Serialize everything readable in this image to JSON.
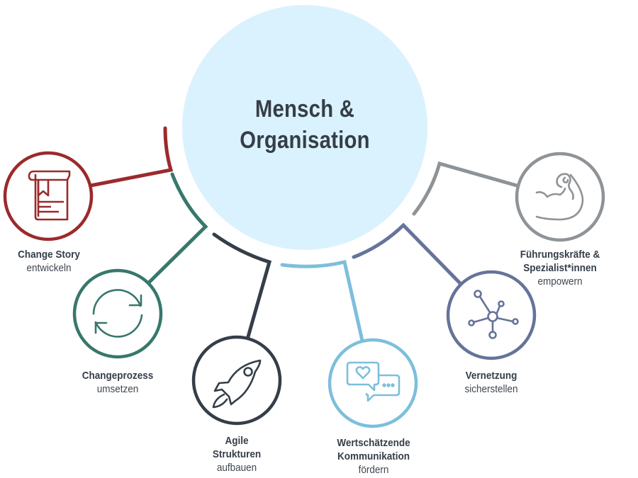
{
  "center": {
    "title_line1": "Mensch &",
    "title_line2": "Organisation",
    "fill": "#daf2fd",
    "text_color": "#353e48"
  },
  "nodes": [
    {
      "id": "change-story",
      "icon": "book-icon",
      "color": "#9b2a2c",
      "bold": [
        "Change Story"
      ],
      "normal": "entwickeln"
    },
    {
      "id": "changeprozess",
      "icon": "refresh-icon",
      "color": "#38776c",
      "bold": [
        "Changeprozess"
      ],
      "normal": "umsetzen"
    },
    {
      "id": "agile",
      "icon": "rocket-icon",
      "color": "#353e48",
      "bold": [
        "Agile",
        "Strukturen"
      ],
      "normal": "aufbauen"
    },
    {
      "id": "kommunikation",
      "icon": "chat-heart-icon",
      "color": "#7cbfdb",
      "bold": [
        "Wertschätzende",
        "Kommunikation"
      ],
      "normal": "fördern"
    },
    {
      "id": "vernetzung",
      "icon": "network-icon",
      "color": "#66739a",
      "bold": [
        "Vernetzung"
      ],
      "normal": "sicherstellen"
    },
    {
      "id": "fuehrung",
      "icon": "flexed-arm-icon",
      "color": "#8e9398",
      "bold": [
        "Führungskräfte &",
        "Spezialist*innen"
      ],
      "normal": "empowern"
    }
  ]
}
